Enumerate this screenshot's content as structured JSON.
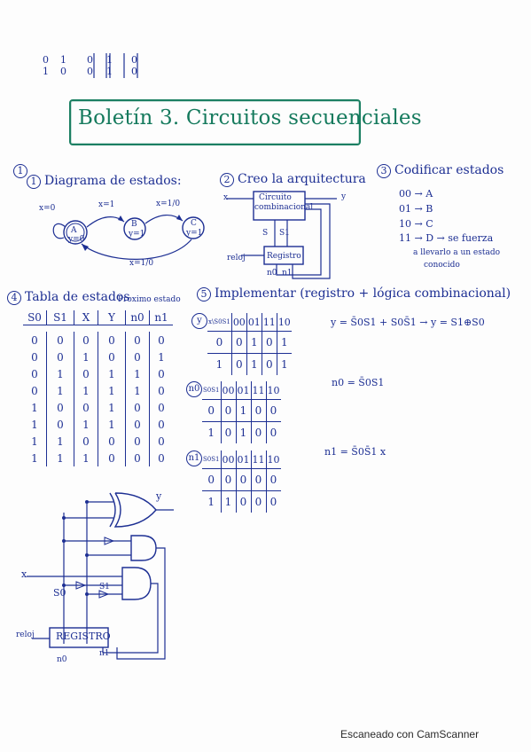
{
  "top_matrix": {
    "rows": [
      [
        "0",
        "1",
        "0",
        "1",
        "0"
      ],
      [
        "1",
        "0",
        "0",
        "1",
        "0"
      ]
    ]
  },
  "title": "Boletín 3. Circuitos secuenciales",
  "problem_number": "1",
  "sections": {
    "s1": {
      "num": "1",
      "label": "Diagrama de estados:"
    },
    "s2": {
      "num": "2",
      "label": "Creo la arquitectura"
    },
    "s3": {
      "num": "3",
      "label": "Codificar estados"
    },
    "s4": {
      "num": "4",
      "label": "Tabla de estados"
    },
    "s5": {
      "num": "5",
      "label": "Implementar (registro + lógica combinacional)"
    }
  },
  "state_diagram": {
    "states": [
      {
        "name": "A",
        "out": "y=0"
      },
      {
        "name": "B",
        "out": "y=1"
      },
      {
        "name": "C",
        "out": "y=1"
      }
    ],
    "edges": {
      "a_self": "x=0",
      "a_b": "x=1",
      "b_c": "x=1/0",
      "back": "x=1/0"
    }
  },
  "architecture": {
    "comb_line1": "Circuito",
    "comb_line2": "combinacional",
    "input": "x",
    "output": "y",
    "s0": "S",
    "s1": "S1",
    "reg": "Registro",
    "clk": "reloj",
    "n0": "n0",
    "n1": "n1"
  },
  "encoding": {
    "items": [
      "00 → A",
      "01 → B",
      "10 → C",
      "11 → D → se fuerza"
    ],
    "note1": "a llevarlo a un estado",
    "note2": "conocido"
  },
  "state_table": {
    "next_state_label": "Proximo estado",
    "headers": [
      "S0",
      "S1",
      "X",
      "Y",
      "n0",
      "n1"
    ],
    "rows": [
      [
        "0",
        "0",
        "0",
        "0",
        "0",
        "0"
      ],
      [
        "0",
        "0",
        "1",
        "0",
        "0",
        "1"
      ],
      [
        "0",
        "1",
        "0",
        "1",
        "1",
        "0"
      ],
      [
        "0",
        "1",
        "1",
        "1",
        "1",
        "0"
      ],
      [
        "1",
        "0",
        "0",
        "1",
        "0",
        "0"
      ],
      [
        "1",
        "0",
        "1",
        "1",
        "0",
        "0"
      ],
      [
        "1",
        "1",
        "0",
        "0",
        "0",
        "0"
      ],
      [
        "1",
        "1",
        "1",
        "0",
        "0",
        "0"
      ]
    ]
  },
  "kmaps": {
    "cols": [
      "00",
      "01",
      "11",
      "10"
    ],
    "y": {
      "label": "y",
      "corner": "x\\S0S1",
      "rows": [
        [
          "0",
          "0",
          "1",
          "0",
          "1"
        ],
        [
          "1",
          "0",
          "1",
          "0",
          "1"
        ]
      ]
    },
    "n0": {
      "label": "n0",
      "corner": "S0S1",
      "rows": [
        [
          "0",
          "0",
          "1",
          "0",
          "0"
        ],
        [
          "1",
          "0",
          "1",
          "0",
          "0"
        ]
      ]
    },
    "n1": {
      "label": "n1",
      "corner": "S0S1",
      "rows": [
        [
          "0",
          "0",
          "0",
          "0",
          "0"
        ],
        [
          "1",
          "1",
          "0",
          "0",
          "0"
        ]
      ]
    }
  },
  "equations": {
    "y": "y = S̄0S1 + S0S̄1 → y = S1⊕S0",
    "n0": "n0 = S̄0S1",
    "n1": "n1 = S̄0S̄1 x"
  },
  "circuit": {
    "y": "y",
    "x": "x",
    "s0": "S0",
    "s1": "S1",
    "reloj": "reloj",
    "registro": "REGISTRO",
    "n0": "n0",
    "n1": "n1"
  },
  "watermark": "Escaneado con CamScanner"
}
